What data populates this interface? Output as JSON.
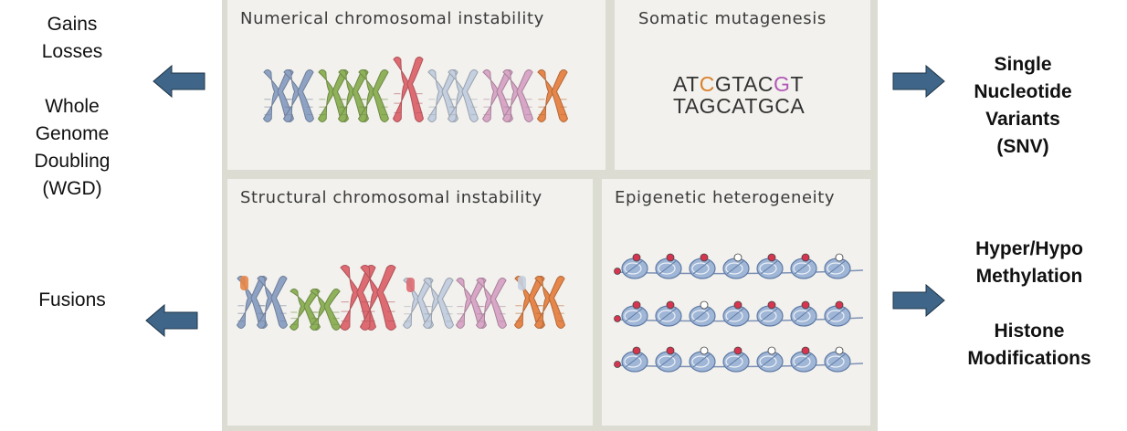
{
  "panels": {
    "numerical": {
      "title": "Numerical chromosomal instability"
    },
    "somatic": {
      "title": "Somatic mutagenesis",
      "seq_top": [
        "AT",
        "C",
        "GTAC",
        "G",
        "T"
      ],
      "seq_bottom": "TAGCATGCA",
      "highlight_colors": [
        "#d8812c",
        "#b358b8"
      ]
    },
    "structural": {
      "title": "Structural chromosomal instability"
    },
    "epigenetic": {
      "title": "Epigenetic heterogeneity"
    }
  },
  "left": {
    "top_lines": [
      "Gains",
      "Losses",
      "",
      "Whole",
      "Genome",
      "Doubling",
      "(WGD)"
    ],
    "bottom_lines": [
      "Fusions"
    ]
  },
  "right": {
    "top_lines": [
      "Single",
      "Nucleotide",
      "Variants",
      "(SNV)"
    ],
    "bottom_lines": [
      "Hyper/Hypo",
      "Methylation",
      "",
      "Histone",
      "Modifications"
    ]
  },
  "colors": {
    "arrow_fill": "#3f6688",
    "chromosomes": [
      "#8ea2c4",
      "#8eb15a",
      "#de6a72",
      "#c4cfdf",
      "#d8a6c6",
      "#e6864a"
    ],
    "methyl_filled": "#d7354f",
    "nucleosome": "#9fb6d6"
  },
  "chromosome_sets": {
    "numerical": [
      {
        "color_index": 0,
        "count": 2
      },
      {
        "color_index": 1,
        "count": 3
      },
      {
        "color_index": 2,
        "count": 1
      },
      {
        "color_index": 3,
        "count": 2
      },
      {
        "color_index": 4,
        "count": 2
      },
      {
        "color_index": 5,
        "count": 1
      }
    ]
  }
}
